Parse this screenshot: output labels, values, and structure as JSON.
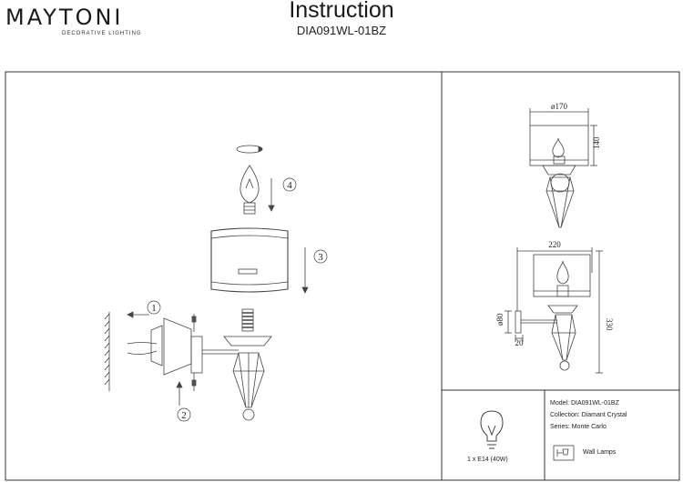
{
  "header": {
    "brand": "MAYTONI",
    "tagline": "DECORATIVE LIGHTING",
    "title": "Instruction",
    "model_code": "DIA091WL-01BZ"
  },
  "steps": [
    "1",
    "2",
    "3",
    "4"
  ],
  "dimensions": {
    "top_diameter": "ø170",
    "top_height": "140",
    "width": "220",
    "height": "330",
    "base_diameter": "ø80",
    "base_depth": "20"
  },
  "info": {
    "bulb_spec": "1 x E14 (40W)",
    "model": "Model: DIA091WL-01BZ",
    "collection": "Collection: Diamant Crystal",
    "series": "Series: Monte Carlo",
    "category": "Wall Lamps"
  }
}
